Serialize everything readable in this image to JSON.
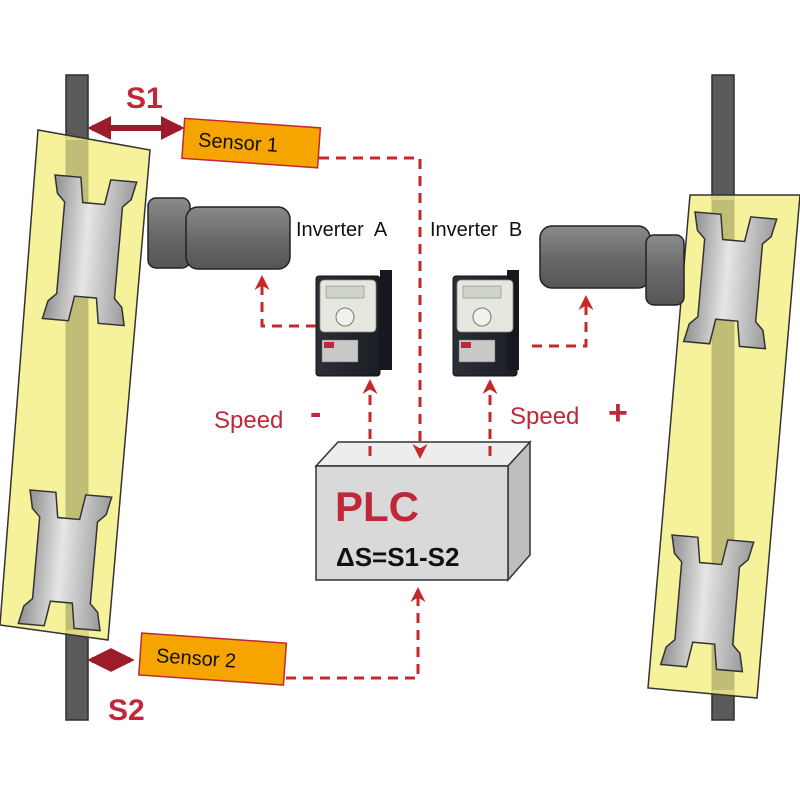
{
  "labels": {
    "s1": "S1",
    "s2": "S2",
    "sensor1": "Sensor 1",
    "sensor2": "Sensor 2",
    "inverter_a": "Inverter  A",
    "inverter_b": "Inverter  B",
    "speed_left": "Speed",
    "speed_left_sign": "-",
    "speed_right": "Speed",
    "speed_right_sign": "+",
    "plc": "PLC",
    "formula": "ΔS=S1-S2"
  },
  "colors": {
    "accent_red": "#c0283a",
    "dash_red": "#c62828",
    "rail": "#555555",
    "carriage_fill": "#f4f08a",
    "sensor_fill": "#f5a400",
    "motor": "#6f6f6f",
    "plc_box": "#d9d9d9"
  }
}
